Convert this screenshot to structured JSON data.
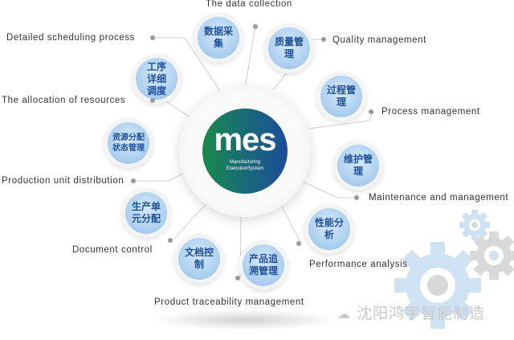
{
  "center": {
    "title": "mes",
    "subtitle_line1": "Manufacturing",
    "subtitle_line2": "ExecutionSystem"
  },
  "modules": [
    {
      "cn": "数据采集",
      "en": "The data collection"
    },
    {
      "cn": "质量管理",
      "en": "Quality management"
    },
    {
      "cn": "过程管理",
      "en": "Process management"
    },
    {
      "cn": "维护管理",
      "en": "Maintenance and management"
    },
    {
      "cn": "性能分析",
      "en": "Performance analysis"
    },
    {
      "cn": "产品追溯管理",
      "en": "Product traceability management"
    },
    {
      "cn": "文档控制",
      "en": "Document control"
    },
    {
      "cn": "生产单元分配",
      "en": "Production unit distribution"
    },
    {
      "cn": "资源分配状态管理",
      "en": "The allocation of resources"
    },
    {
      "cn": "工序详细调度",
      "en": "Detailed scheduling process"
    }
  ],
  "watermark": "沈阳鸿宇智能制造",
  "colors": {
    "bubble": "#a9cdef",
    "bubble_text": "#1d4f9a",
    "core_green": "#1a8a4a",
    "core_blue": "#1b4e9a",
    "gear_blue": "#c9dff2",
    "gear_gray": "#d4d4d4"
  }
}
